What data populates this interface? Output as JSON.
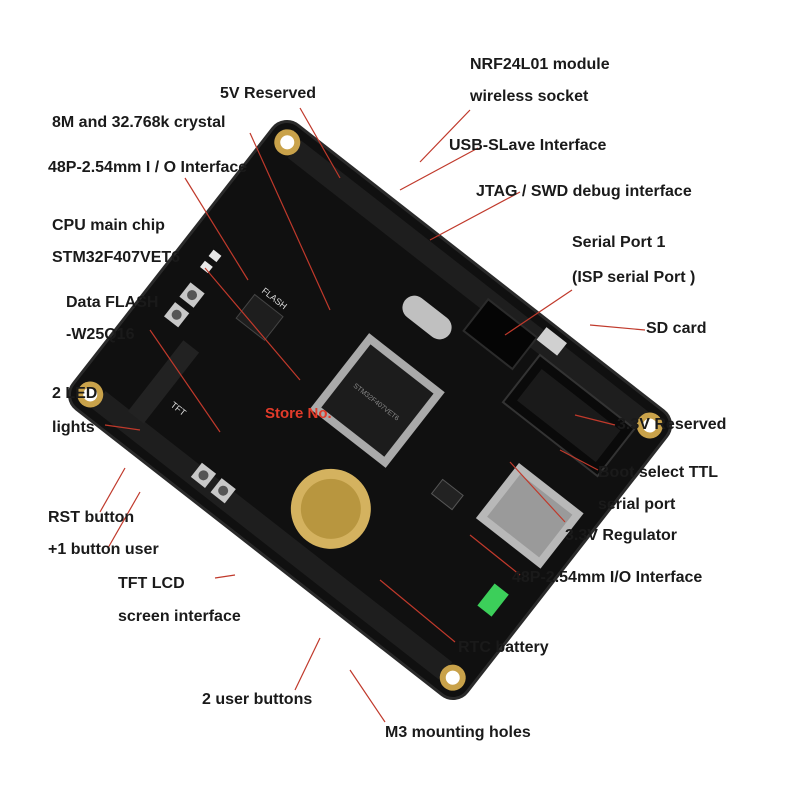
{
  "labels": {
    "nrf_line1": "NRF24L01 module",
    "nrf_line2": "wireless socket",
    "reserved5v": "5V Reserved",
    "crystal": "8M and 32.768k crystal",
    "usb_slave": "USB-SLave Interface",
    "io48_top": "48P-2.54mm I / O Interface",
    "jtag": "JTAG / SWD debug interface",
    "cpu_line1": "CPU main chip",
    "cpu_line2": "STM32F407VET6",
    "serial1_line1": "Serial Port 1",
    "serial1_line2": "(ISP serial Port )",
    "flash_line1": "Data FLASH",
    "flash_line2": "-W25Q16",
    "sd_card": "SD card",
    "led_line1": "2 LED",
    "led_line2": "lights",
    "reserved33": "3.3V Reserved",
    "boot_line1": "Boot select TTL",
    "boot_line2": "serial port",
    "rst_button": "RST button",
    "user_button": "+1 button user",
    "regulator": "3.3V Regulator",
    "tft_line1": "TFT LCD",
    "tft_line2": "screen interface",
    "io48_bottom": "48P-2.54mm I/O Interface",
    "rtc": "RTC battery",
    "user_buttons2": "2 user buttons",
    "mount_holes": "M3 mounting holes"
  },
  "board": {
    "chip_text": "STM32F407VET6",
    "flash_silk": "FLASH",
    "tft_silk": "TFT",
    "watermark": "Store No."
  },
  "colors": {
    "pcb": "#111111",
    "label": "#1a1a1a",
    "leader": "#c0392b",
    "gold": "#c9a24a",
    "jumper": "#3ccf5a",
    "watermark": "#e23b2a"
  }
}
